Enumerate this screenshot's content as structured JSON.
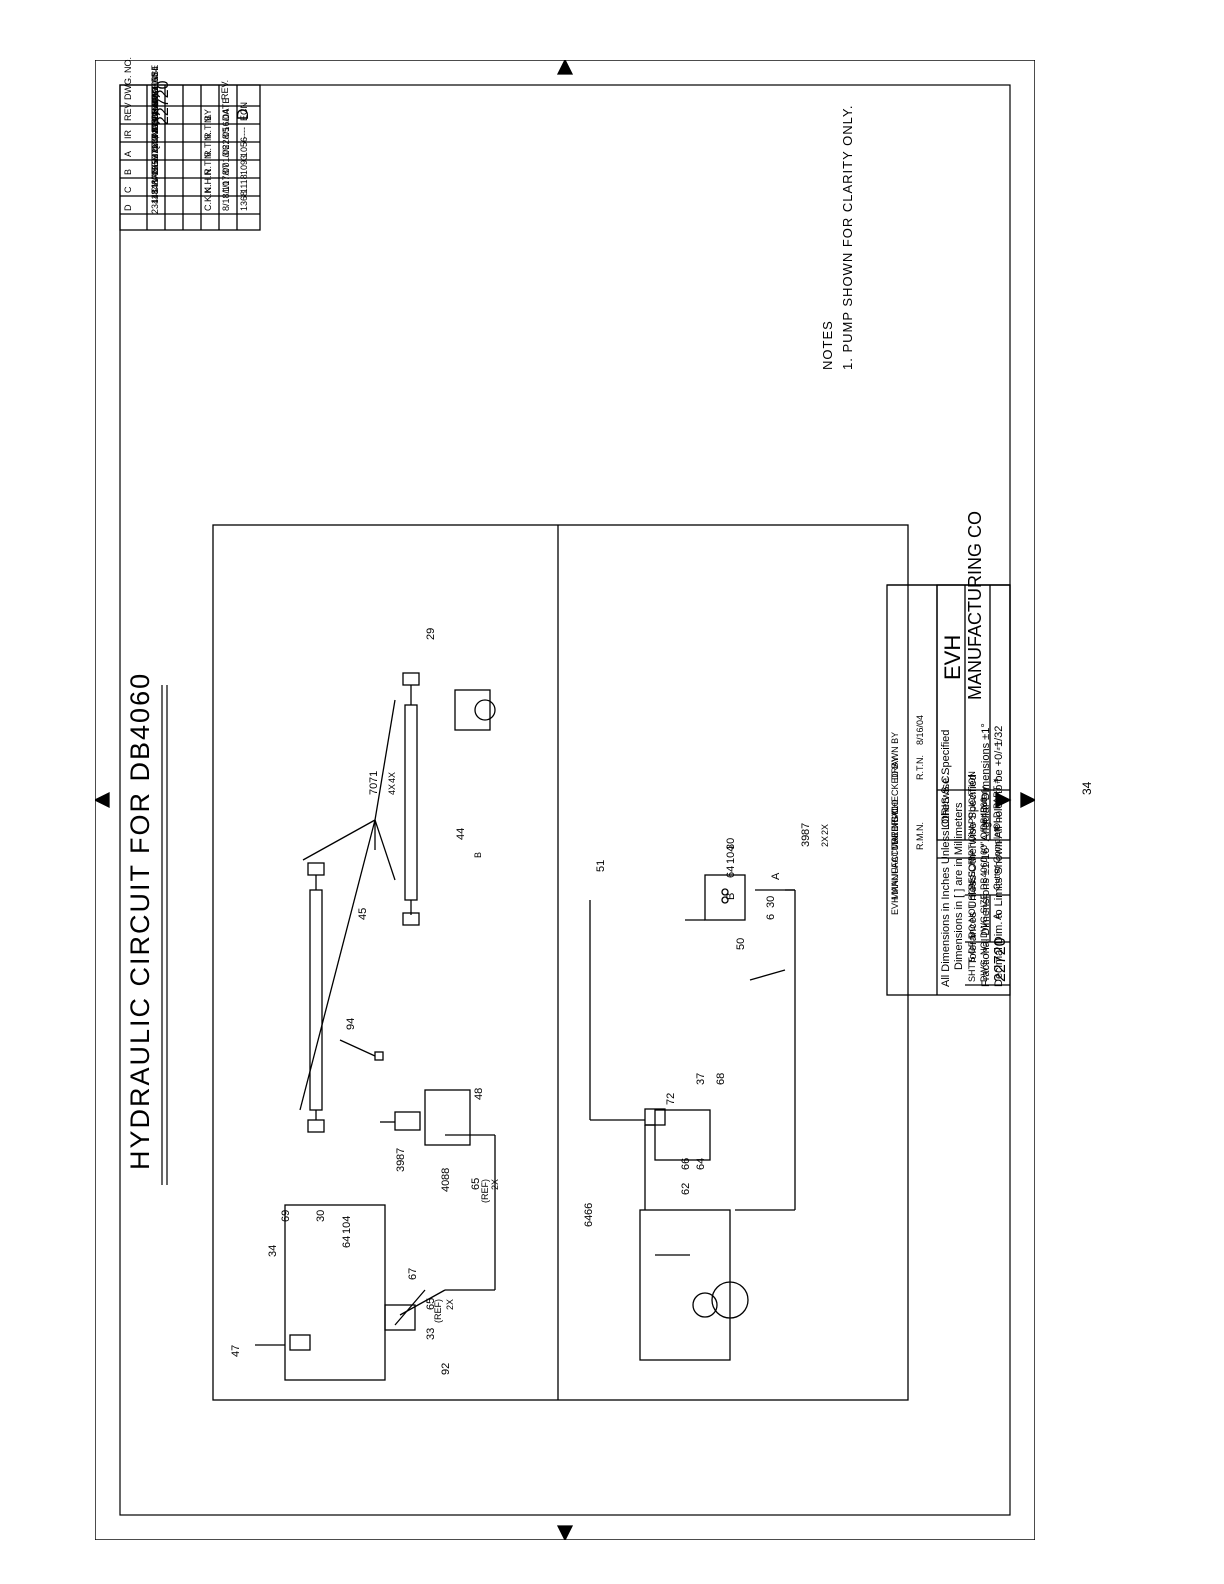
{
  "title": "HYDRAULIC CIRCUIT FOR DB4060",
  "notes": {
    "heading": "NOTES",
    "items": [
      "1.  PUMP SHOWN FOR CLARITY ONLY."
    ]
  },
  "revision_block": {
    "dwg_no_label": "DWG. NO.",
    "dwg_no": "22720",
    "rev_label": "REV.",
    "rev": "D",
    "headers": [
      "REV",
      "CHANGE",
      "BY",
      "DATE",
      "ECN"
    ],
    "rows": [
      {
        "rev": "IR",
        "change": "INITIAL  RELEASE",
        "by": "R.T.N.",
        "date": "8/16/04",
        "ecn": "----"
      },
      {
        "rev": "A",
        "change": "ITEM  41  WAS  10388",
        "by": "R.T.N.",
        "date": "3/22/05",
        "ecn": "1056"
      },
      {
        "rev": "B",
        "change": "ITEM  44  WAS  10448",
        "by": "R.T.N.",
        "date": "8/01/06",
        "ecn": "1093"
      },
      {
        "rev": "C",
        "change": "CHANGE  QTY  ON  ITEM  10384",
        "by": "K.H.N",
        "date": "1/17/07",
        "ecn": "1118"
      },
      {
        "rev": "D",
        "change": "23443  WAS  23278,  10388  WAS",
        "change2": "11848,  16577  WAS  11777",
        "by": "C.K.N.",
        "date": "8/18/10",
        "ecn": "1368"
      }
    ]
  },
  "title_block": {
    "drawn_by_label": "DRAWN BY",
    "drawn_by": "R.T.N.",
    "drawn_date": "8/16/04",
    "checked_by_label": "CHECKED BY",
    "material_label": "MATERIAL",
    "material_by": "R.M.N.",
    "manufactured_by_label": "MANUFACTURED  BY:",
    "manufactured_by": "EVH  MANUFACTURING  CO",
    "company_line1": "EVH",
    "company_line2": "MANUFACTURING  CO",
    "company_line3": "LORIS  S.C.",
    "application_label": "APPLICATION",
    "application": "DB4060",
    "old_part_label": "OLD  PART  #",
    "old_part": "---",
    "description_label": "DESCRIPTION",
    "description_line1": "DB4060  60\"  Offset  Rotary",
    "description_line2": "Cutter  Complete",
    "do_not_scale": "DO NOT SCALE",
    "dwg_size_label": "DWG SIZE",
    "dwg_size": "A",
    "sheet": "SHT  5  OF  5",
    "dwg_no_label": "DWG.  NO.",
    "dwg_no": "22720"
  },
  "tolerance_block": [
    "All  Dimensions  in  Inches  Unless  Otherwise  Specified",
    "Dimensions  in  [  ]  are  in  Millimeters",
    "Tolerances  Unless  Otherwise  Specified",
    "Fractional  Dimensions  ±1/16\"        Angular  Dimensions  ±1°",
    "Decimal  Dim.  to  Limits  Shown              All  holes  to  be  +0/-1/32"
  ],
  "callouts_top": [
    "47",
    "34",
    "69",
    "30",
    "104",
    "64",
    "67",
    "65",
    "33",
    "92",
    "87",
    "39",
    "88",
    "40",
    "65",
    "48",
    "94",
    "45",
    "71",
    "70",
    "44",
    "29"
  ],
  "callout_notes": {
    "two_x": "2X",
    "four_x": "4X",
    "ref": "(REF)",
    "rev_flag": "B"
  },
  "callouts_bottom": [
    "66",
    "64",
    "62",
    "66",
    "64",
    "72",
    "37",
    "68",
    "51",
    "50",
    "30",
    "6",
    "30",
    "104",
    "64",
    "87",
    "39"
  ],
  "port_labels": {
    "a": "A",
    "b": "B"
  },
  "page_number": "34"
}
